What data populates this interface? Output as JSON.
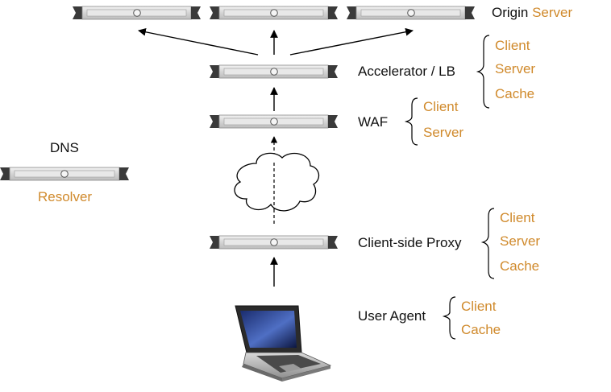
{
  "colors": {
    "role_text": "#d08a2c",
    "label_text": "#111111",
    "server_body": "#dcdcdc",
    "server_cap": "#3a3a3a",
    "arrow": "#000000"
  },
  "origin": {
    "label_prefix": "Origin",
    "label_role": "Server"
  },
  "accelerator": {
    "label": "Accelerator / LB",
    "roles": [
      "Client",
      "Server",
      "Cache"
    ]
  },
  "waf": {
    "label": "WAF",
    "roles": [
      "Client",
      "Server"
    ]
  },
  "dns": {
    "label": "DNS",
    "role": "Resolver"
  },
  "proxy": {
    "label": "Client-side Proxy",
    "roles": [
      "Client",
      "Server",
      "Cache"
    ]
  },
  "user_agent": {
    "label": "User Agent",
    "roles": [
      "Client",
      "Cache"
    ],
    "icon": "laptop-icon"
  },
  "network": {
    "icon": "cloud-icon"
  }
}
